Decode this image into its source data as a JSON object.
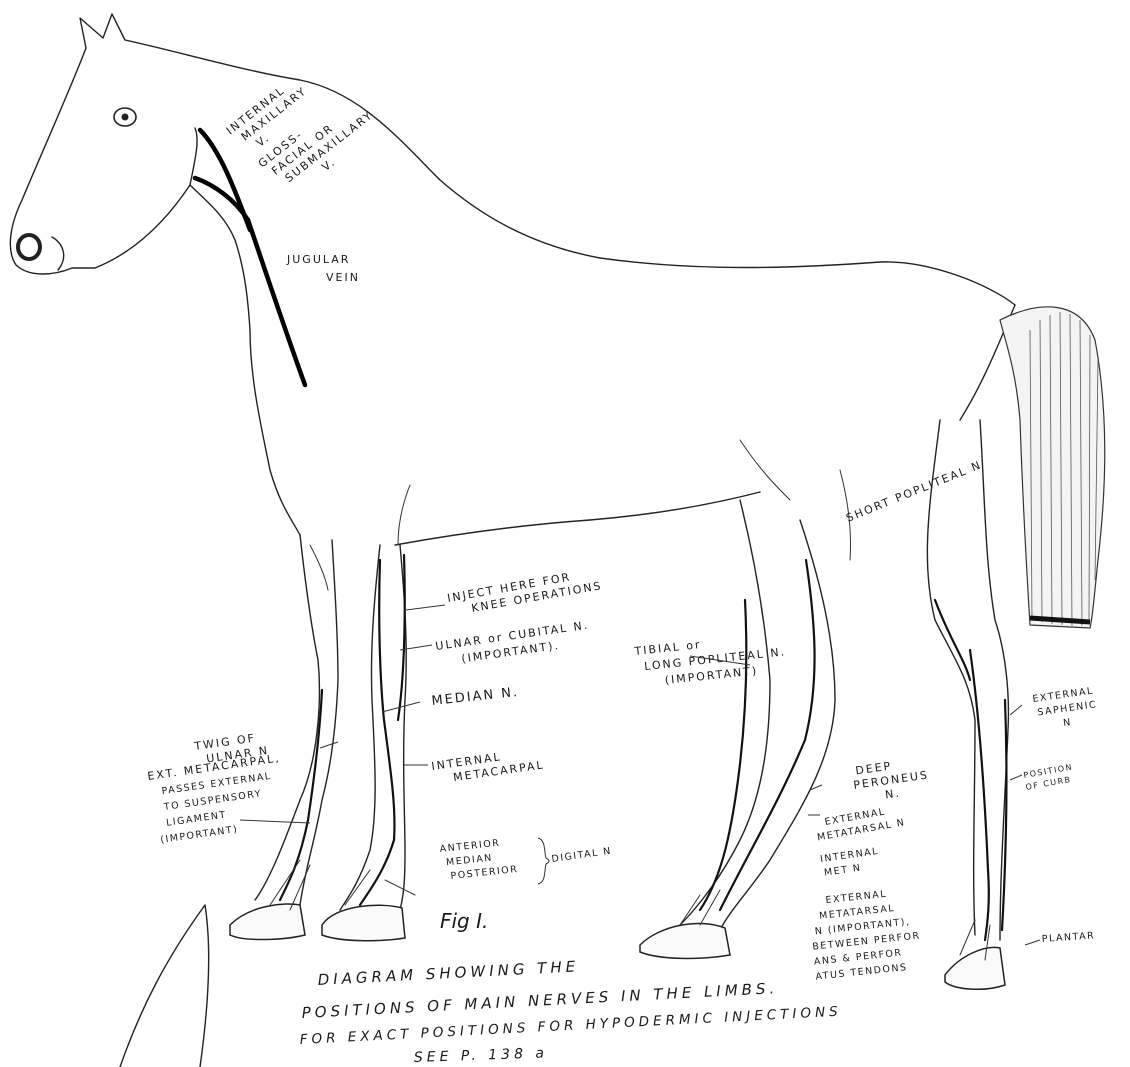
{
  "labels": {
    "internal_maxillary": [
      "INTERNAL",
      "MAXILLARY",
      "V."
    ],
    "glossofacial": [
      "GLOSS-",
      "FACIAL OR",
      "SUBMAXILLARY",
      "V."
    ],
    "jugular": [
      "JUGULAR",
      "VEIN"
    ],
    "short_popliteal": "SHORT POPLITEAL N",
    "inject_here": [
      "INJECT HERE FOR",
      "KNEE OPERATIONS"
    ],
    "ulnar": [
      "ULNAR or CUBITAL N.",
      "(IMPORTANT)."
    ],
    "tibial": [
      "TIBIAL or",
      "LONG POPLITEAL N.",
      "(IMPORTANT)"
    ],
    "median": "MEDIAN N.",
    "twig_ulnar": [
      "TWIG OF",
      "ULNAR N"
    ],
    "ext_metacarpal": [
      "EXT. METACARPAL,",
      "PASSES EXTERNAL",
      "TO SUSPENSORY",
      "LIGAMENT",
      "(IMPORTANT)"
    ],
    "internal_metacarpal": [
      "INTERNAL",
      "METACARPAL"
    ],
    "anterior_median_posterior": [
      "ANTERIOR",
      "MEDIAN",
      "POSTERIOR"
    ],
    "digital": "DIGITAL N",
    "deep_peroneus": [
      "DEEP",
      "PERONEUS",
      "N."
    ],
    "external_metatarsal_upper": [
      "EXTERNAL",
      "METATARSAL N"
    ],
    "internal_met": [
      "INTERNAL",
      "MET N"
    ],
    "external_metatarsal_lower": [
      "EXTERNAL",
      "METATARSAL",
      "N (IMPORTANT),",
      "BETWEEN PERFOR",
      "ANS & PERFOR",
      "ATUS TENDONS"
    ],
    "external_saphenic": [
      "EXTERNAL",
      "SAPHENIC",
      "N"
    ],
    "position_of_curb": [
      "POSITION",
      "OF CURB"
    ],
    "plantar": "PLANTAR",
    "fig": "Fig I."
  },
  "caption": [
    "DIAGRAM SHOWING THE",
    "POSITIONS OF MAIN NERVES IN THE LIMBS.",
    "FOR EXACT POSITIONS FOR HYPODERMIC INJECTIONS",
    "SEE P. 138 a"
  ]
}
